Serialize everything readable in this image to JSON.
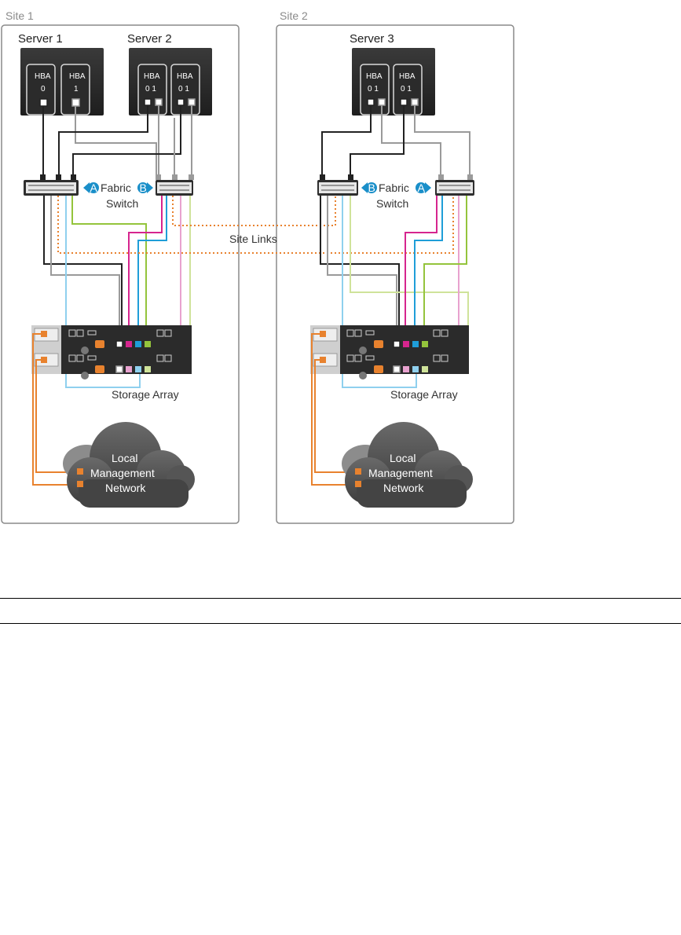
{
  "sites": [
    {
      "label": "Site 1"
    },
    {
      "label": "Site 2"
    }
  ],
  "servers": [
    {
      "title": "Server 1",
      "hbas": [
        {
          "name": "HBA",
          "ports": "0"
        },
        {
          "name": "HBA",
          "ports": "1"
        }
      ]
    },
    {
      "title": "Server 2",
      "hbas": [
        {
          "name": "HBA",
          "ports": "0 1"
        },
        {
          "name": "HBA",
          "ports": "0 1"
        }
      ]
    },
    {
      "title": "Server 3",
      "hbas": [
        {
          "name": "HBA",
          "ports": "0 1"
        },
        {
          "name": "HBA",
          "ports": "0 1"
        }
      ]
    }
  ],
  "fabric": {
    "site1": {
      "left_badge": "A",
      "word": "Fabric",
      "right_badge": "B",
      "switch": "Switch"
    },
    "site2": {
      "left_badge": "B",
      "word": "Fabric",
      "right_badge": "A",
      "switch": "Switch"
    }
  },
  "site_links": "Site Links",
  "storage": {
    "site1": "Storage Array",
    "site2": "Storage Array"
  },
  "network": {
    "site1": {
      "line1": "Local",
      "line2": "Management",
      "line3": "Network"
    },
    "site2": {
      "line1": "Local",
      "line2": "Management",
      "line3": "Network"
    }
  },
  "colors": {
    "black_cable": "#222222",
    "gray_cable": "#9a9a9a",
    "magenta": "#d6258e",
    "blue": "#1f9ed8",
    "lightblue": "#8fd0ee",
    "green": "#94c43c",
    "lightgreen": "#cfe39a",
    "pink": "#e8a2cf",
    "orange": "#e8822e",
    "fabric_badge": "#1a8fc9",
    "server_body": "#2b2b2b"
  }
}
